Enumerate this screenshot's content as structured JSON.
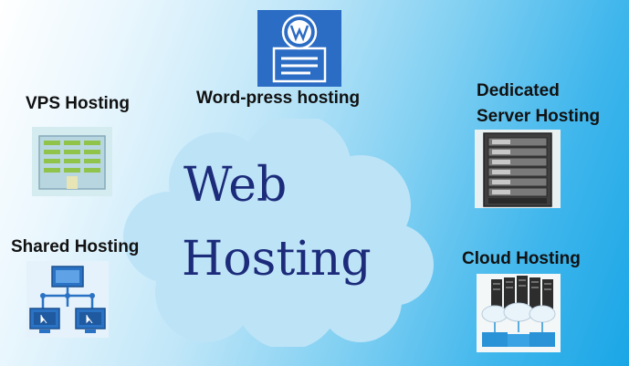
{
  "center": {
    "line1": "Web",
    "line2": "Hosting"
  },
  "nodes": {
    "wordpress": "Word-press hosting",
    "vps": "VPS Hosting",
    "dedicated_line1": "Dedicated",
    "dedicated_line2": "Server Hosting",
    "shared": "Shared Hosting",
    "cloud": "Cloud Hosting"
  },
  "colors": {
    "cloud_fill": "#bde3f7",
    "center_text": "#1c2b7a",
    "wordpress_icon_bg": "#2b6cc4"
  }
}
